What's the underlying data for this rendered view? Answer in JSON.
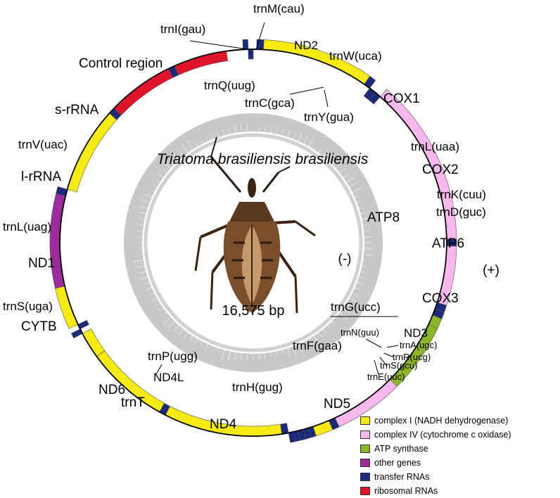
{
  "title": "Triatoma brasiliensis brasiliensis",
  "genome_size": "16,575 bp",
  "strand_minus": "(-)",
  "strand_plus": "(+)",
  "colors": {
    "complex1": "#f5ea14",
    "complex4": "#f7b8ee",
    "atp": "#8db52a",
    "other": "#9b2b9b",
    "trna": "#1b2a7a",
    "rrna": "#e0142a",
    "gc_ring": "#c8c8c8",
    "gc_inner": "#bdbdbd"
  },
  "genes": [
    {
      "name": "ND2",
      "cat": "complex1",
      "start": 3,
      "end": 35,
      "strand": "plus"
    },
    {
      "name": "trnW(uca)",
      "cat": "trna",
      "start": 35,
      "end": 37,
      "strand": "plus"
    },
    {
      "name": "trnC(gca)",
      "cat": "trna",
      "start": 37,
      "end": 39,
      "strand": "minus"
    },
    {
      "name": "trnY(gua)",
      "cat": "trna",
      "start": 39,
      "end": 41,
      "strand": "minus"
    },
    {
      "name": "COX1",
      "cat": "complex4",
      "start": 41,
      "end": 89,
      "strand": "plus"
    },
    {
      "name": "trnL(uaa)",
      "cat": "trna",
      "start": 89,
      "end": 91,
      "strand": "plus"
    },
    {
      "name": "COX2",
      "cat": "complex4",
      "start": 91,
      "end": 108,
      "strand": "plus"
    },
    {
      "name": "trnK(cuu)",
      "cat": "trna",
      "start": 108,
      "end": 110,
      "strand": "plus"
    },
    {
      "name": "trnD(guc)",
      "cat": "trna",
      "start": 110,
      "end": 112,
      "strand": "plus"
    },
    {
      "name": "ATP8",
      "cat": "atp",
      "start": 112,
      "end": 115,
      "strand": "plus"
    },
    {
      "name": "ATP6",
      "cat": "atp",
      "start": 115,
      "end": 135,
      "strand": "plus"
    },
    {
      "name": "COX3",
      "cat": "complex4",
      "start": 135,
      "end": 155,
      "strand": "plus"
    },
    {
      "name": "trnG(ucc)",
      "cat": "trna",
      "start": 155,
      "end": 157,
      "strand": "plus"
    },
    {
      "name": "ND3",
      "cat": "complex1",
      "start": 157,
      "end": 162,
      "strand": "plus"
    },
    {
      "name": "trnA(ugc)",
      "cat": "trna",
      "start": 162,
      "end": 163.5,
      "strand": "plus"
    },
    {
      "name": "trnR(ucg)",
      "cat": "trna",
      "start": 163.5,
      "end": 165,
      "strand": "plus"
    },
    {
      "name": "trnN(guu)",
      "cat": "trna",
      "start": 165,
      "end": 166.5,
      "strand": "plus"
    },
    {
      "name": "trnS(gcu)",
      "cat": "trna",
      "start": 166.5,
      "end": 168,
      "strand": "plus"
    },
    {
      "name": "trnE(uuc)",
      "cat": "trna",
      "start": 168,
      "end": 169.5,
      "strand": "plus"
    },
    {
      "name": "trnF(gaa)",
      "cat": "trna",
      "start": 169.5,
      "end": 171.5,
      "strand": "minus"
    },
    {
      "name": "ND5",
      "cat": "complex1",
      "start": 171.5,
      "end": 207,
      "strand": "minus"
    },
    {
      "name": "trnH(gug)",
      "cat": "trna",
      "start": 207,
      "end": 209,
      "strand": "minus"
    },
    {
      "name": "ND4",
      "cat": "complex1",
      "start": 209,
      "end": 234,
      "strand": "minus"
    },
    {
      "name": "ND4L",
      "cat": "complex1",
      "start": 234,
      "end": 242,
      "strand": "minus"
    },
    {
      "name": "trnT",
      "cat": "trna",
      "start": 242,
      "end": 243.5,
      "strand": "plus"
    },
    {
      "name": "trnP(ugg)",
      "cat": "trna",
      "start": 243.5,
      "end": 245,
      "strand": "minus"
    },
    {
      "name": "ND6",
      "cat": "complex1",
      "start": 245,
      "end": 257,
      "strand": "plus"
    },
    {
      "name": "CYTB",
      "cat": "other",
      "start": 257,
      "end": 284,
      "strand": "plus"
    },
    {
      "name": "trnS(uga)",
      "cat": "trna",
      "start": 284,
      "end": 286,
      "strand": "plus"
    },
    {
      "name": "ND1",
      "cat": "complex1",
      "start": 286,
      "end": 312,
      "strand": "minus"
    },
    {
      "name": "trnL(uag)",
      "cat": "trna",
      "start": 312,
      "end": 314,
      "strand": "minus"
    },
    {
      "name": "l-rRNA",
      "cat": "rrna",
      "start": 314,
      "end": 334,
      "strand": "minus"
    },
    {
      "name": "trnV(uac)",
      "cat": "trna",
      "start": 334,
      "end": 336,
      "strand": "minus"
    },
    {
      "name": "s-rRNA",
      "cat": "rrna",
      "start": 336,
      "end": 352,
      "strand": "minus"
    },
    {
      "name": "Control region",
      "cat": "none",
      "start": 352,
      "end": 357,
      "strand": "plus"
    },
    {
      "name": "trnI(gau)",
      "cat": "trna",
      "start": 357,
      "end": 358.5,
      "strand": "plus"
    },
    {
      "name": "trnQ(uug)",
      "cat": "trna",
      "start": 358.5,
      "end": 360,
      "strand": "minus"
    },
    {
      "name": "trnM(cau)",
      "cat": "trna",
      "start": 1,
      "end": 3,
      "strand": "plus"
    }
  ],
  "legend": [
    {
      "label": "complex I (NADH dehydrogenase)",
      "cat": "complex1"
    },
    {
      "label": "complex IV (cytochrome c oxidase)",
      "cat": "complex4"
    },
    {
      "label": "ATP synthase",
      "cat": "atp"
    },
    {
      "label": "other genes",
      "cat": "other"
    },
    {
      "label": "transfer RNAs",
      "cat": "trna"
    },
    {
      "label": "ribosomal RNAs",
      "cat": "rrna"
    }
  ]
}
